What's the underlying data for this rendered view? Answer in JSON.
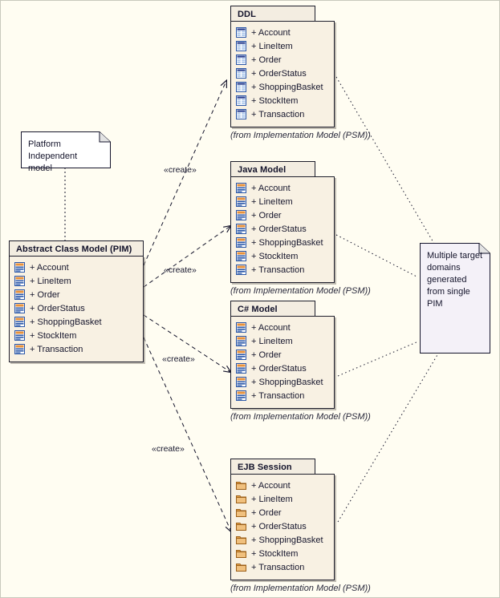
{
  "diagram": {
    "title": "MDA model transformation diagram",
    "canvas_bg": "#fffdf2",
    "package_header_bg": "#f3ede1",
    "package_body_bg": "#f8f1e3",
    "note_bg_left": "#ffffff",
    "note_bg_right": "#f4f1f8",
    "line_color": "#1d1d2b",
    "caption_text": "(from Implementation Model (PSM))",
    "stereotype_create": "«create»"
  },
  "pim": {
    "name": "Abstract Class Model (PIM)",
    "icon": "class-icon",
    "members": [
      "+ Account",
      "+ LineItem",
      "+ Order",
      "+ OrderStatus",
      "+ ShoppingBasket",
      "+ StockItem",
      "+ Transaction"
    ]
  },
  "packages": [
    {
      "name": "DDL",
      "icon": "table-icon",
      "caption": "(from Implementation Model (PSM))",
      "members": [
        "+ Account",
        "+ LineItem",
        "+ Order",
        "+ OrderStatus",
        "+ ShoppingBasket",
        "+ StockItem",
        "+ Transaction"
      ]
    },
    {
      "name": "Java Model",
      "icon": "class-icon",
      "caption": "(from Implementation Model (PSM))",
      "members": [
        "+ Account",
        "+ LineItem",
        "+ Order",
        "+ OrderStatus",
        "+ ShoppingBasket",
        "+ StockItem",
        "+ Transaction"
      ]
    },
    {
      "name": "C# Model",
      "icon": "class-icon",
      "caption": "(from Implementation Model (PSM))",
      "members": [
        "+ Account",
        "+ LineItem",
        "+ Order",
        "+ OrderStatus",
        "+ ShoppingBasket",
        "+ Transaction"
      ]
    },
    {
      "name": "EJB Session",
      "icon": "folder-icon",
      "caption": "(from Implementation Model (PSM))",
      "members": [
        "+ Account",
        "+ LineItem",
        "+ Order",
        "+ OrderStatus",
        "+ ShoppingBasket",
        "+ StockItem",
        "+ Transaction"
      ]
    }
  ],
  "notes": [
    {
      "id": "note-pim",
      "text": "Platform Independent model"
    },
    {
      "id": "note-targets",
      "text": "Multiple target domains generated from single PIM"
    }
  ],
  "stereotypes": [
    {
      "label": "«create»"
    },
    {
      "label": "«create»"
    },
    {
      "label": "«create»"
    },
    {
      "label": "«create»"
    }
  ]
}
